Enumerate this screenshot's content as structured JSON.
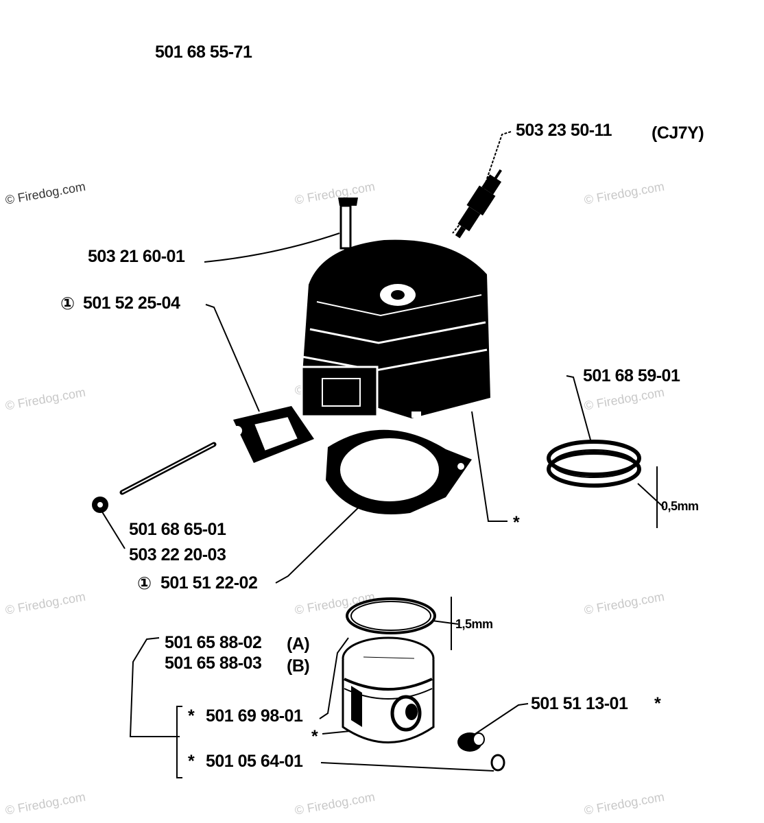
{
  "assembly_number": "501 68 55-71",
  "watermark": "© Firedog.com",
  "parts": {
    "spark_plug": {
      "number": "503 23 50-11",
      "note": "(CJ7Y)"
    },
    "screw": {
      "number": "503 21 60-01"
    },
    "exhaust_gasket": {
      "mark": "①",
      "number": "501 52 25-04"
    },
    "piston_ring_set": {
      "number": "501 68 59-01",
      "dimension": "0,5mm"
    },
    "cylinder_star": {
      "mark": "*"
    },
    "stud": {
      "number": "501 68 65-01"
    },
    "nut": {
      "number": "503 22 20-03"
    },
    "cylinder_gasket": {
      "mark": "①",
      "number": "501 51 22-02"
    },
    "piston_ring": {
      "dimension": "1,5mm"
    },
    "cylinder_kit_a": {
      "number": "501 65 88-02",
      "variant": "(A)"
    },
    "cylinder_kit_b": {
      "number": "501 65 88-03",
      "variant": "(B)"
    },
    "piston": {
      "mark": "*",
      "number": "501 69 98-01"
    },
    "piston_pin": {
      "number": "501 51 13-01",
      "mark": "*"
    },
    "circlip": {
      "mark": "*",
      "number": "501 05 64-01"
    },
    "piston_star": {
      "mark": "*"
    }
  }
}
